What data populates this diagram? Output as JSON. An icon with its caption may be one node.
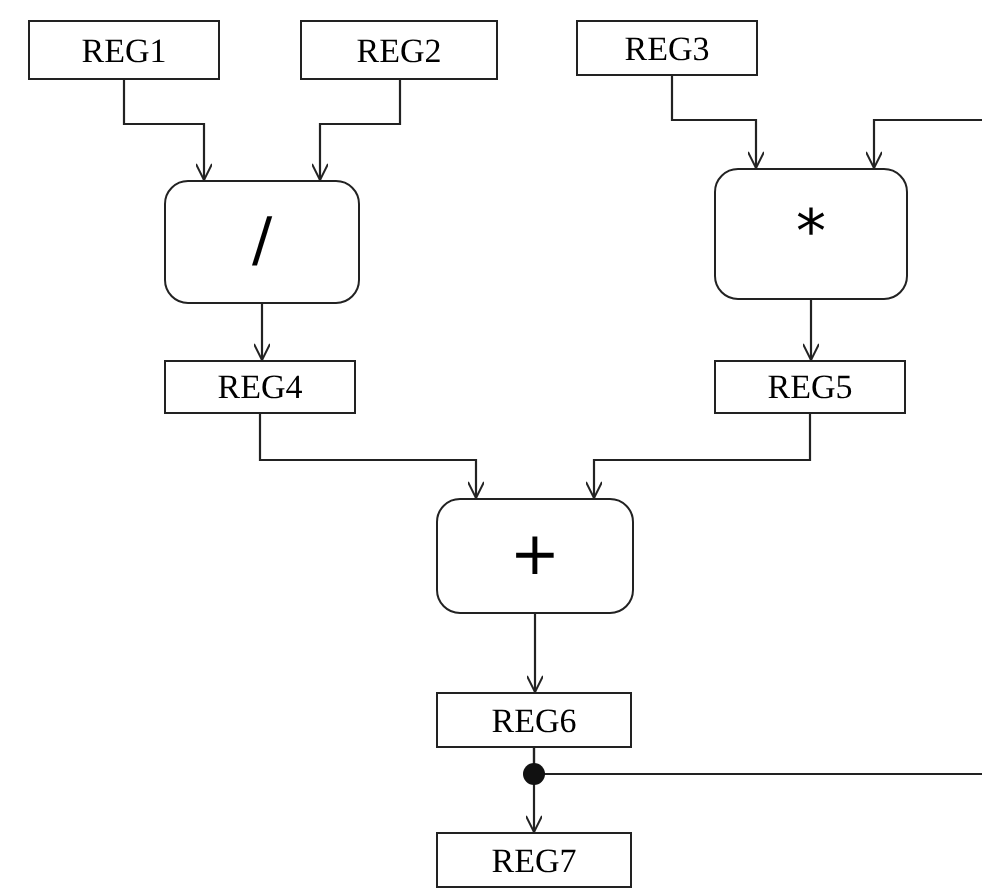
{
  "diagram": {
    "nodes": [
      {
        "text": [
          "REG1"
        ]
      },
      {
        "text": [
          "REG2"
        ]
      },
      {
        "text": [
          "REG3"
        ]
      },
      {
        "text": [
          "/"
        ]
      },
      {
        "text": [
          "*"
        ]
      },
      {
        "text": [
          "REG4"
        ]
      },
      {
        "text": [
          "REG5"
        ]
      },
      {
        "text": [
          "+"
        ]
      },
      {
        "text": [
          "REG6"
        ]
      },
      {
        "text": [
          "REG7"
        ]
      }
    ],
    "edges": [
      {
        "from": 0,
        "to": 3,
        "arrow": "to"
      },
      {
        "from": 1,
        "to": 3,
        "arrow": "to"
      },
      {
        "from": 2,
        "to": 4,
        "arrow": "to"
      },
      {
        "from": null,
        "to": 4,
        "arrow": "to"
      },
      {
        "from": 3,
        "to": 5,
        "arrow": "to"
      },
      {
        "from": 4,
        "to": 6,
        "arrow": "to"
      },
      {
        "from": 5,
        "to": 7,
        "arrow": "to"
      },
      {
        "from": 6,
        "to": 7,
        "arrow": "to"
      },
      {
        "from": 7,
        "to": 8,
        "arrow": "to"
      },
      {
        "from": 8,
        "to": 9,
        "arrow": "to"
      },
      {
        "from": 8,
        "to": null,
        "arrow": "none"
      }
    ]
  }
}
